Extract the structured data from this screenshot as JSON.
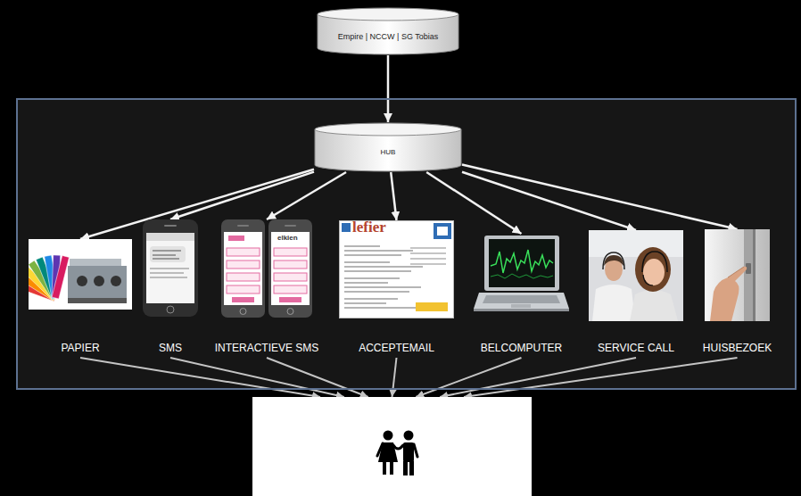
{
  "diagram": {
    "nodes": [
      {
        "text": [
          "Empire | NCCW | SG Tobias"
        ]
      },
      {
        "text": []
      },
      {
        "text": [
          "HUB"
        ],
        "in": 1
      },
      {
        "text": [
          "PAPIER"
        ],
        "in": 1
      },
      {
        "text": [
          "SMS"
        ],
        "in": 1
      },
      {
        "text": [
          "INTERACTIEVE SMS"
        ],
        "in": 1
      },
      {
        "text": [
          "ACCEPTEMAIL"
        ],
        "in": 1
      },
      {
        "text": [
          "BELCOMPUTER"
        ],
        "in": 1
      },
      {
        "text": [
          "SERVICE CALL"
        ],
        "in": 1
      },
      {
        "text": [
          "HUISBEZOEK"
        ],
        "in": 1
      },
      {
        "text": []
      }
    ],
    "edges": [
      {
        "from": 0,
        "to": 2,
        "arrow": "to"
      },
      {
        "from": 2,
        "to": 3,
        "arrow": "to"
      },
      {
        "from": 2,
        "to": 4,
        "arrow": "to"
      },
      {
        "from": 2,
        "to": 5,
        "arrow": "to"
      },
      {
        "from": 2,
        "to": 6,
        "arrow": "to"
      },
      {
        "from": 2,
        "to": 7,
        "arrow": "to"
      },
      {
        "from": 2,
        "to": 8,
        "arrow": "to"
      },
      {
        "from": 2,
        "to": 9,
        "arrow": "to"
      },
      {
        "from": 3,
        "to": 10,
        "arrow": "to"
      },
      {
        "from": 4,
        "to": 10,
        "arrow": "to"
      },
      {
        "from": 5,
        "to": 10,
        "arrow": "to"
      },
      {
        "from": 6,
        "to": 10,
        "arrow": "to"
      },
      {
        "from": 7,
        "to": 10,
        "arrow": "to"
      },
      {
        "from": 8,
        "to": 10,
        "arrow": "to"
      },
      {
        "from": 9,
        "to": 10,
        "arrow": "to"
      }
    ],
    "labels": [
      "lefier",
      "elkien"
    ]
  }
}
